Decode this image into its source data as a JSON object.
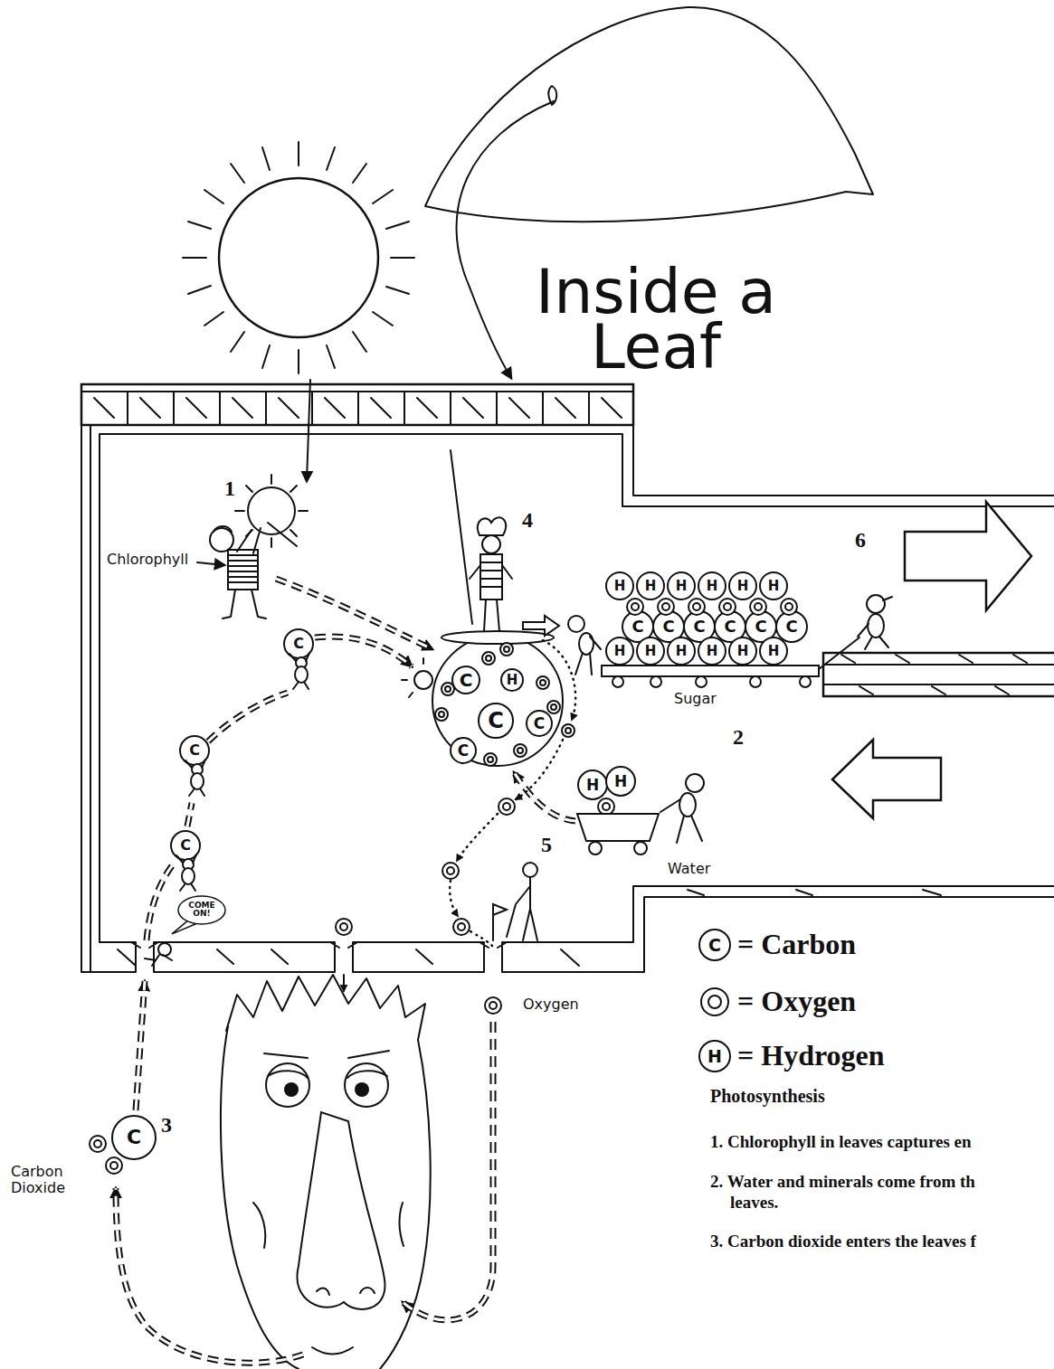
{
  "diagram": {
    "nodes": [
      {
        "text": [
          "COME ON!"
        ]
      }
    ],
    "labels": [
      "Inside a Leaf",
      "1",
      "Chlorophyll",
      "4",
      "6",
      "Sugar",
      "2",
      "Water",
      "5",
      "Oxygen",
      "3",
      "Carbon Dioxide",
      "Photosynthesis",
      "1. Chlorophyll in leaves captures en",
      "2. Water and minerals come from th leaves.",
      "3. Carbon dioxide enters the leaves f",
      "H",
      "H",
      "H",
      "H",
      "H",
      "H",
      "C",
      "C",
      "C",
      "C",
      "C",
      "C",
      "H",
      "H",
      "H",
      "H",
      "H",
      "H",
      "C",
      "H",
      "C",
      "C",
      "C",
      "H",
      "H",
      "C",
      "C",
      "C",
      "C",
      "C",
      "H"
    ],
    "legend": [
      {
        "text": "= Carbon"
      },
      {
        "text": "= Oxygen"
      },
      {
        "text": "= Hydrogen"
      }
    ]
  }
}
